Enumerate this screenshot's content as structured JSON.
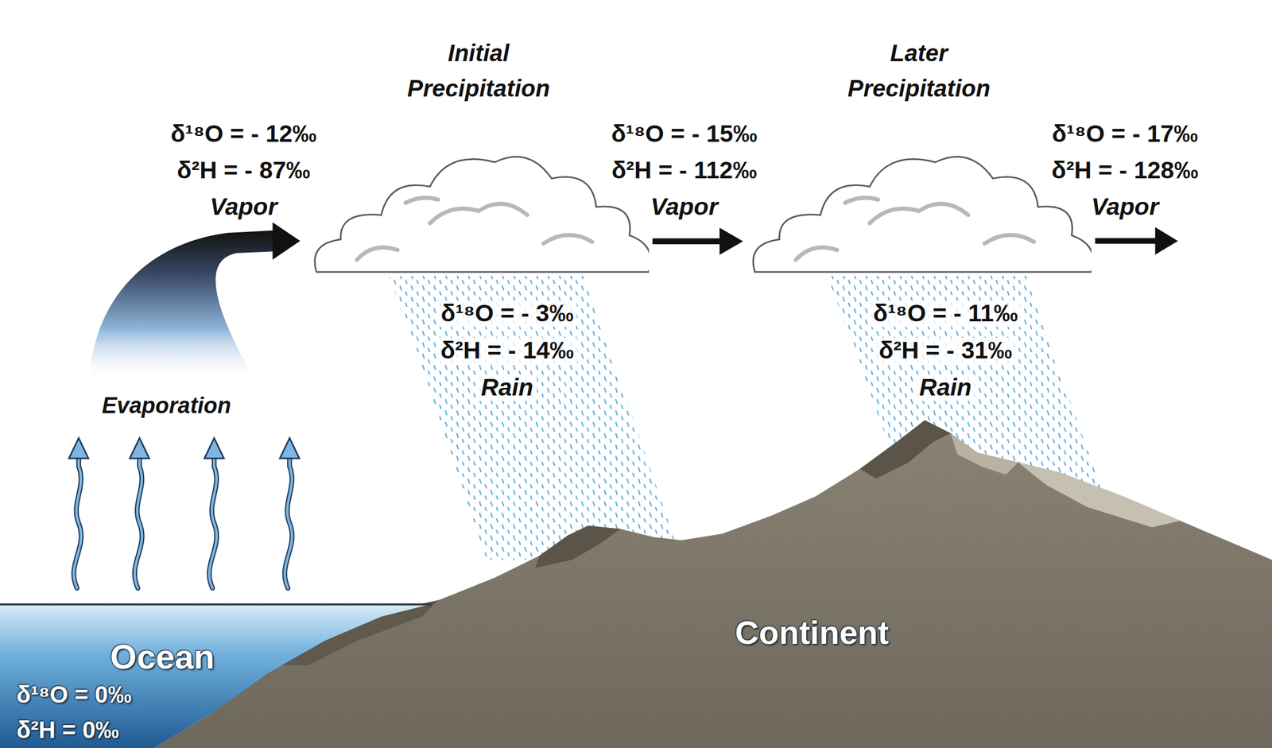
{
  "diagram": {
    "nodes": [
      {
        "text": [
          "Ocean",
          "δ¹⁸O = 0‰",
          "δ²H = 0‰"
        ]
      },
      {
        "text": [
          "Initial Precipitation"
        ]
      },
      {
        "text": [
          "Later Precipitation"
        ]
      },
      {
        "text": [
          "Continent"
        ]
      }
    ],
    "edges": [
      {
        "from": 1,
        "to": 2,
        "arrow": "to"
      }
    ],
    "labels": [
      "δ¹⁸O = - 12‰",
      "δ²H = - 87‰",
      "Vapor",
      "δ¹⁸O = - 15‰",
      "δ²H = - 112‰",
      "Vapor",
      "δ¹⁸O = - 17‰",
      "δ²H = - 128‰",
      "Vapor",
      "δ¹⁸O = - 3‰",
      "δ²H = - 14‰",
      "Rain",
      "δ¹⁸O = - 11‰",
      "δ²H = - 31‰",
      "Rain",
      "Evaporation"
    ]
  }
}
